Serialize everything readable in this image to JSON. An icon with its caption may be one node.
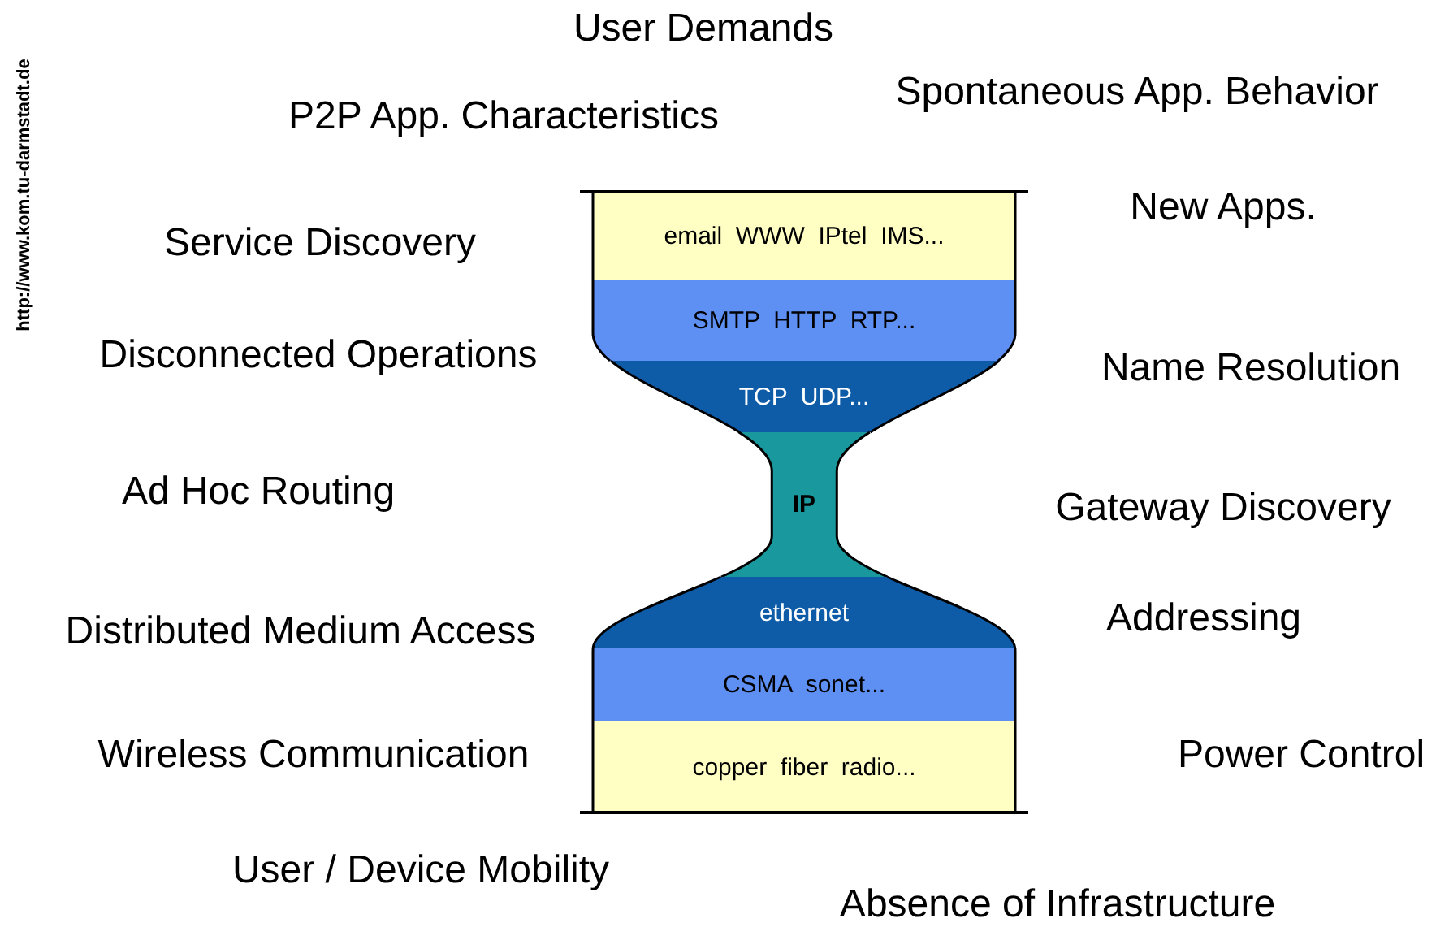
{
  "diagram": {
    "nodes": [
      {
        "text": [
          "email  WWW  IPtel  IMS..."
        ]
      },
      {
        "text": [
          "SMTP  HTTP  RTP..."
        ]
      },
      {
        "text": [
          "TCP  UDP..."
        ]
      },
      {
        "text": [
          "IP"
        ]
      },
      {
        "text": [
          "ethernet"
        ]
      },
      {
        "text": [
          "CSMA  sonet..."
        ]
      },
      {
        "text": [
          "copper  fiber  radio..."
        ]
      }
    ],
    "labels": [
      "http://www.kom.tu-darmstadt.de",
      "User Demands",
      "Spontaneous App. Behavior",
      "P2P App. Characteristics",
      "New Apps.",
      "Service Discovery",
      "Disconnected Operations",
      "Name Resolution",
      "Ad Hoc Routing",
      "Gateway Discovery",
      "Addressing",
      "Distributed Medium Access",
      "Wireless Communication",
      "Power Control",
      "User / Device Mobility",
      "Absence of Infrastructure"
    ]
  }
}
